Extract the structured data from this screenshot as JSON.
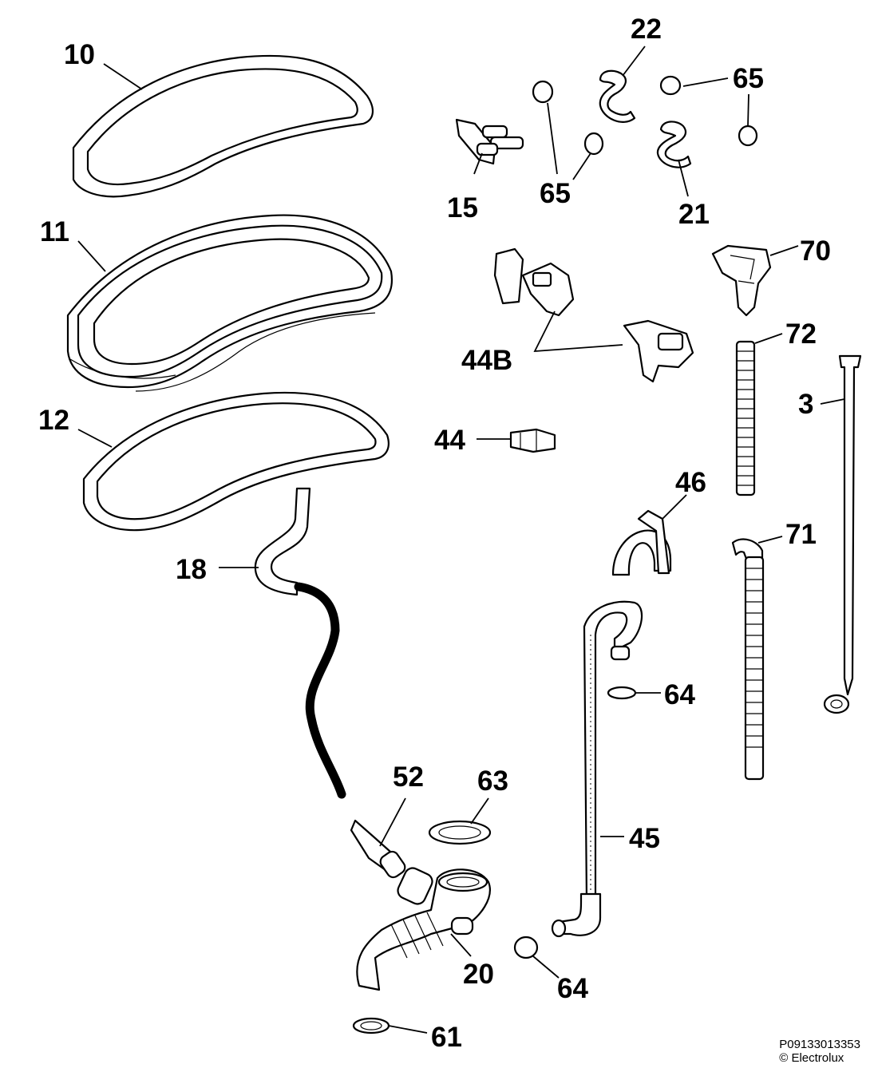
{
  "diagram": {
    "labels": [
      "10",
      "11",
      "12",
      "15",
      "65",
      "65",
      "22",
      "65",
      "21",
      "70",
      "44B",
      "72",
      "3",
      "44",
      "46",
      "71",
      "18",
      "64",
      "52",
      "63",
      "45",
      "20",
      "64",
      "61"
    ]
  },
  "footer": {
    "code": "P09133013353",
    "copyright": "© Electrolux"
  }
}
